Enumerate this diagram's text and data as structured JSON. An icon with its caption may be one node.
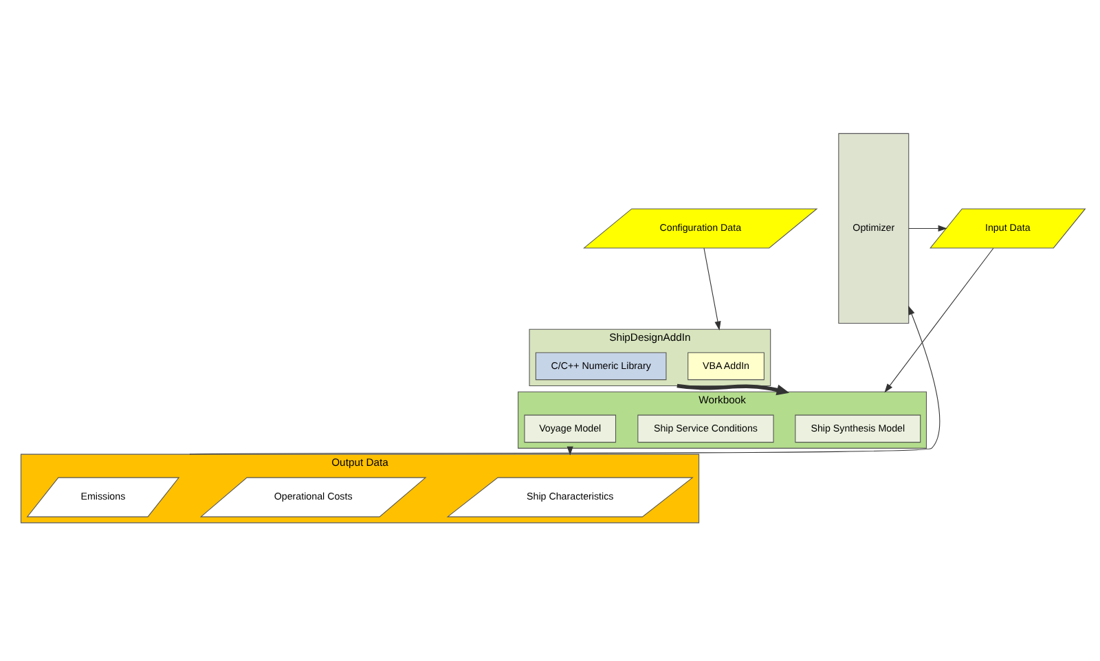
{
  "diagram": {
    "nodes": [
      {
        "text": [
          "Configuration Data"
        ]
      },
      {
        "text": [
          "Input Data"
        ]
      },
      {
        "text": [
          "ShipDesignAddIn"
        ]
      },
      {
        "text": [
          "VBA AddIn"
        ],
        "in": 2
      },
      {
        "text": [
          "C/C++ Numeric Library"
        ],
        "in": 2
      },
      {
        "text": [
          "Workbook"
        ]
      },
      {
        "text": [
          "Ship Synthesis Model"
        ],
        "in": 5
      },
      {
        "text": [
          "Ship Service Conditions"
        ],
        "in": 5
      },
      {
        "text": [
          "Voyage Model"
        ],
        "in": 5
      },
      {
        "text": [
          "Output Data"
        ]
      },
      {
        "text": [
          "Ship Characteristics"
        ],
        "in": 9
      },
      {
        "text": [
          "Operational Costs"
        ],
        "in": 9
      },
      {
        "text": [
          "Emissions"
        ],
        "in": 9
      },
      {
        "text": [
          "Optimizer"
        ]
      }
    ],
    "edges": [
      {
        "from": 0,
        "to": 2,
        "arrow": "to"
      },
      {
        "from": 1,
        "to": 5,
        "arrow": "to"
      },
      {
        "from": 2,
        "to": 5,
        "arrow": "to",
        "style": "thick"
      },
      {
        "from": 5,
        "to": 9,
        "arrow": "to"
      },
      {
        "from": 9,
        "to": 13,
        "arrow": "to"
      },
      {
        "from": 13,
        "to": 1,
        "arrow": "to"
      }
    ]
  }
}
